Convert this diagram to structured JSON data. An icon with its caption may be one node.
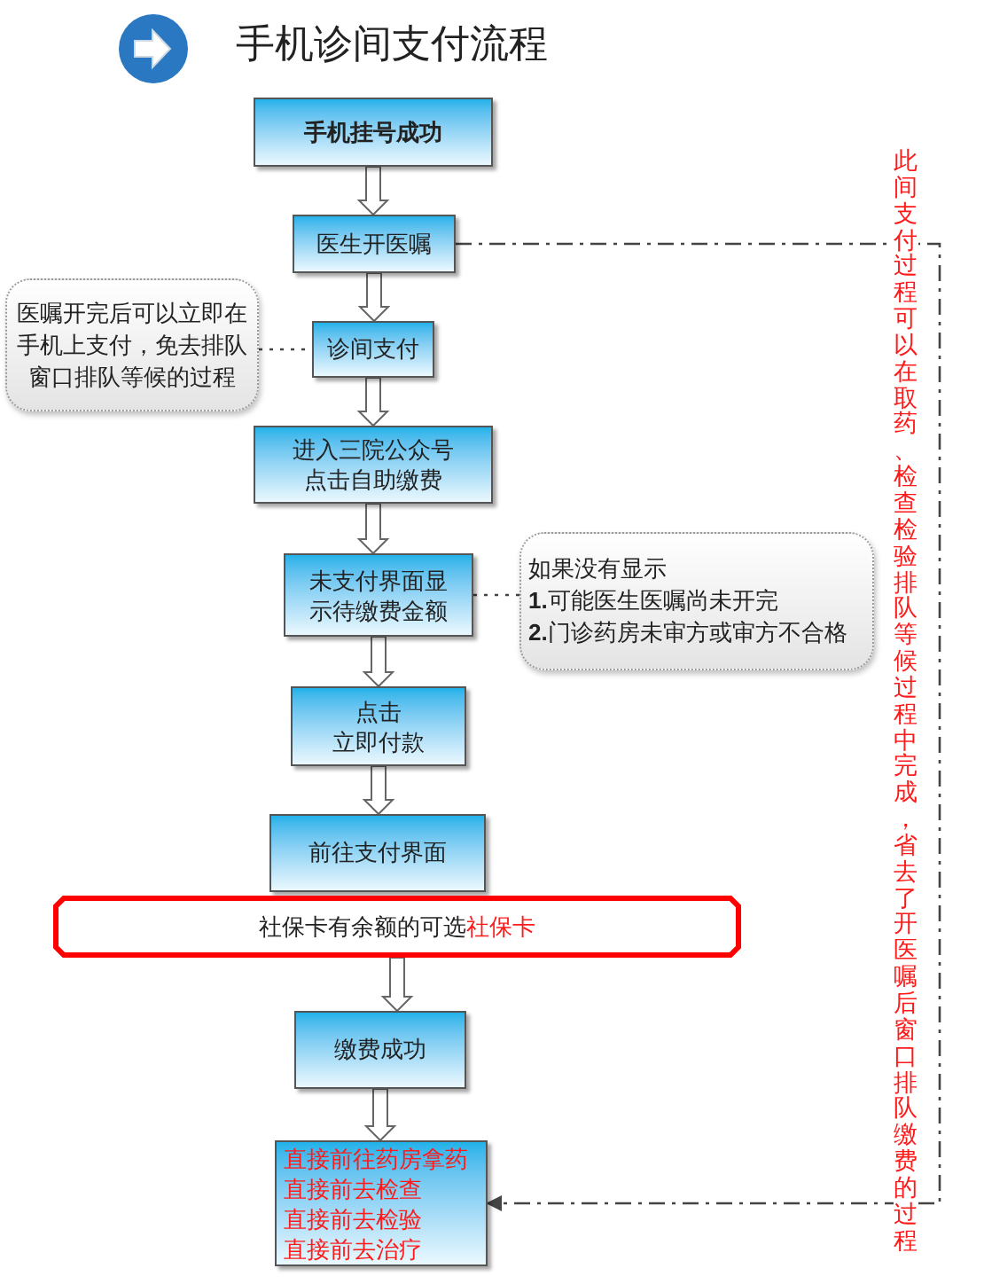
{
  "diagram": {
    "title": "手机诊间支付流程",
    "nodes": [
      {
        "text": [
          "手机挂号成功"
        ]
      },
      {
        "text": [
          "医生开医嘱"
        ]
      },
      {
        "text": [
          "医嘱开完后可以立即在手机上支付，免去排队窗口排队等候的过程"
        ]
      },
      {
        "text": [
          "诊间支付"
        ]
      },
      {
        "text": [
          "进入三院公众号",
          "点击自助缴费"
        ]
      },
      {
        "text": [
          "未支付界面显示待缴费金额"
        ]
      },
      {
        "text": [
          "如果没有显示",
          "**1.**可能医生医嘱尚未开完",
          "**2.**门诊药房未审方或审方不合格"
        ]
      },
      {
        "text": [
          "点击",
          "立即付款"
        ]
      },
      {
        "text": [
          "前往支付界面"
        ]
      },
      {
        "text": [
          "社保卡有余额的可选",
          "社保卡"
        ]
      },
      {
        "text": [
          "缴费成功"
        ]
      },
      {
        "text": [
          "直接前往药房拿药",
          "直接前去检查",
          "直接前去检验",
          "直接前去治疗"
        ]
      }
    ],
    "edges": [
      {
        "from": 0,
        "to": 1,
        "arrow": "to"
      },
      {
        "from": 1,
        "to": 3,
        "arrow": "to"
      },
      {
        "from": 3,
        "to": 4,
        "arrow": "to"
      },
      {
        "from": 4,
        "to": 5,
        "arrow": "to"
      },
      {
        "from": 5,
        "to": 7,
        "arrow": "to"
      },
      {
        "from": 7,
        "to": 8,
        "arrow": "to"
      },
      {
        "from": 9,
        "to": 10,
        "arrow": "to"
      },
      {
        "from": 10,
        "to": 11,
        "arrow": "to"
      },
      {
        "from": 2,
        "to": 3,
        "arrow": "none",
        "style": "dashed"
      },
      {
        "from": 5,
        "to": 6,
        "arrow": "none",
        "style": "dashed"
      },
      {
        "from": 1,
        "to": 11,
        "arrow": "to",
        "style": "dashed"
      }
    ],
    "labels": [
      "此间支付过程可以在取药、检查检验排队等候过程中完成，省去了开医嘱后窗口排队缴费的过程"
    ]
  }
}
